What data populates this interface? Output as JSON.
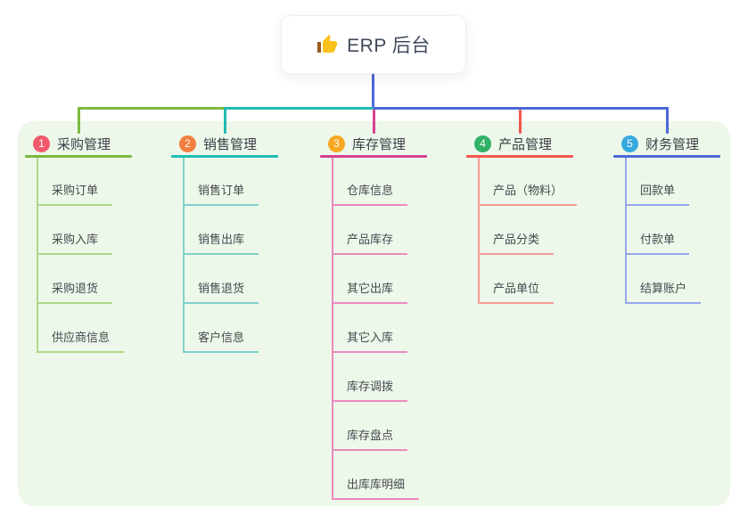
{
  "root": {
    "title": "ERP 后台",
    "icon": "thumbs-up"
  },
  "colors": {
    "panel_bg": "#edf8ea",
    "root_line": "#4c68d9",
    "card_bg": "#ffffff",
    "title_text": "#3e4a5a",
    "node_text": "#3b3f46",
    "child_text": "#45494f",
    "thumb_gold": "#fbc21d",
    "thumb_sleeve": "#9a5b23"
  },
  "branches": [
    {
      "number": "1",
      "title": "采购管理",
      "slug": "purchase",
      "badge_color": "#f25a6b",
      "line_color": "#7cb93f",
      "child_line_color": "#afd78a",
      "children": [
        "采购订单",
        "采购入库",
        "采购退货",
        "供应商信息"
      ]
    },
    {
      "number": "2",
      "title": "销售管理",
      "slug": "sales",
      "badge_color": "#f07e3e",
      "line_color": "#1fbcb3",
      "child_line_color": "#7ed2cb",
      "children": [
        "销售订单",
        "销售出库",
        "销售退货",
        "客户信息"
      ]
    },
    {
      "number": "3",
      "title": "库存管理",
      "slug": "inventory",
      "badge_color": "#f7a722",
      "line_color": "#d6428f",
      "child_line_color": "#ec8abd",
      "children": [
        "仓库信息",
        "产品库存",
        "其它出库",
        "其它入库",
        "库存调拨",
        "库存盘点",
        "出库库明细"
      ]
    },
    {
      "number": "4",
      "title": "产品管理",
      "slug": "product",
      "badge_color": "#2fb166",
      "line_color": "#f2564f",
      "child_line_color": "#f79b95",
      "children": [
        "产品（物料）",
        "产品分类",
        "产品单位"
      ]
    },
    {
      "number": "5",
      "title": "财务管理",
      "slug": "finance",
      "badge_color": "#36a9de",
      "line_color": "#4c68d9",
      "child_line_color": "#93a7e7",
      "children": [
        "回款单",
        "付款单",
        "结算账户"
      ]
    }
  ]
}
